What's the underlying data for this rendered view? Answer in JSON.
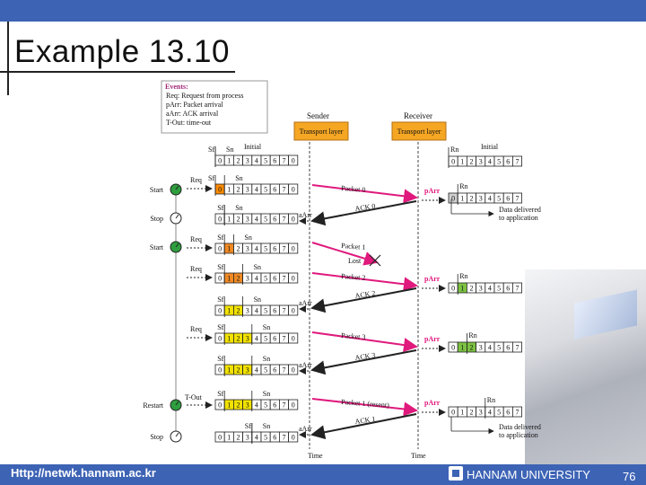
{
  "slide": {
    "title": "Example 13.10",
    "footer_url": "Http://netwk.hannam.ac.kr",
    "footer_university": "HANNAM UNIVERSITY",
    "page_number": "76",
    "logo_icon": "hannam-logo-icon"
  },
  "diagram": {
    "legend": {
      "heading": "Events:",
      "items": [
        "Req: Request from process",
        "pArr: Packet arrival",
        "aArr: ACK arrival",
        "T-Out: time-out"
      ]
    },
    "sender_label": "Sender",
    "receiver_label": "Receiver",
    "layer_label": "Transport layer",
    "time_label": "Time",
    "initial_label": "Initial",
    "seq_numbers": [
      "0",
      "1",
      "2",
      "3",
      "4",
      "5",
      "6",
      "7",
      "0"
    ],
    "rcv_numbers": [
      "0",
      "1",
      "2",
      "3",
      "4",
      "5",
      "6",
      "7"
    ],
    "sf": "Sf",
    "sn": "Sn",
    "rn": "Rn",
    "req": "Req",
    "parr": "pArr",
    "aarr": "aArr",
    "tout": "T-Out",
    "start": "Start",
    "stop": "Stop",
    "restart": "Restart",
    "packets": [
      "Packet 0",
      "Packet 1",
      "Packet 2",
      "Packet 3",
      "Packet 1 (resent)"
    ],
    "acks": [
      "ACK 0",
      "ACK 2",
      "ACK 3",
      "ACK 1"
    ],
    "lost": "Lost",
    "delivered": "Data delivered to application",
    "colors": {
      "frame_fill": "#ff8c00",
      "layer_box": "#f5a623",
      "arrow_pink": "#e0197d",
      "arrow_black": "#222222",
      "timer": "#2e9e3f",
      "highlight_orange": "#f08a24",
      "highlight_yellow": "#f2e200",
      "highlight_green": "#7cc242",
      "highlight_red": "#ff3300"
    }
  }
}
